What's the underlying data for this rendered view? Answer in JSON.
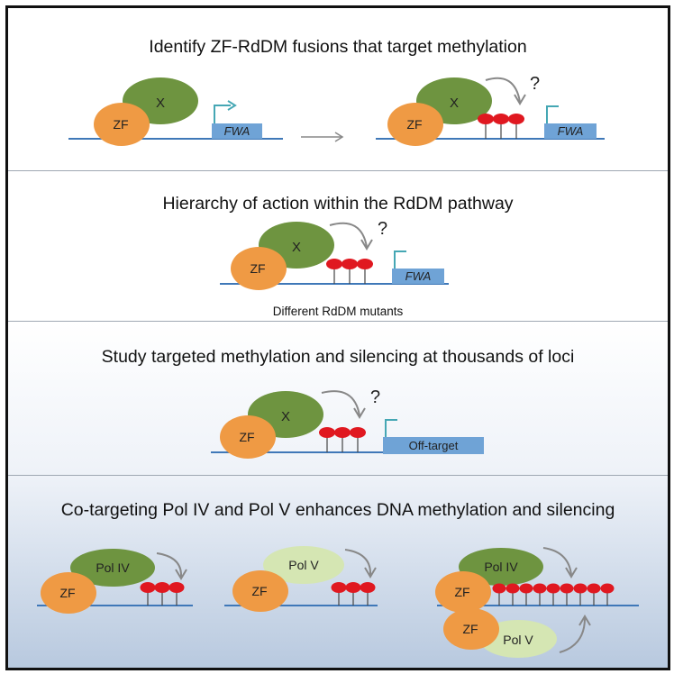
{
  "panels": [
    {
      "title": "Identify ZF-RdDM fusions that target methylation",
      "labels": {
        "zf": "ZF",
        "x": "X",
        "gene": "FWA",
        "question": "?"
      }
    },
    {
      "title": "Hierarchy of action within the RdDM pathway",
      "labels": {
        "zf": "ZF",
        "x": "X",
        "gene": "FWA",
        "question": "?"
      },
      "caption": "Different RdDM mutants"
    },
    {
      "title": "Study targeted methylation and silencing at thousands of loci",
      "labels": {
        "zf": "ZF",
        "x": "X",
        "gene": "Off-target",
        "question": "?"
      }
    },
    {
      "title": "Co-targeting Pol IV and Pol V enhances DNA methylation and silencing",
      "labels": {
        "zf": "ZF",
        "pol4": "Pol IV",
        "pol5": "Pol V"
      }
    }
  ],
  "colors": {
    "zf": "#ef9a44",
    "x": "#6e9440",
    "pol5": "#d5e6b3",
    "methyl": "#e01820",
    "gene_box": "#6fa3d6",
    "arrow": "#888888",
    "promoter_arrow": "#45a7b4",
    "line": "#3f78b8"
  }
}
